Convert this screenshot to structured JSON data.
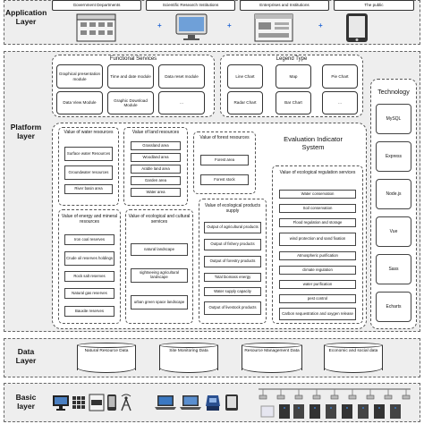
{
  "application": {
    "label": "Application\nLayer",
    "users": [
      "Government Departments",
      "Scientific Research Institutions",
      "Enterprises and Institutions",
      "The public"
    ]
  },
  "platform": {
    "label": "Platform\nlayer",
    "functional_services": {
      "title": "Functional Services",
      "items": [
        "Graphical presentation module",
        "Time and date module",
        "Data reset module",
        "Data View Module",
        "Graphic Download Module",
        "..."
      ]
    },
    "legend_type": {
      "title": "Legend Type",
      "items": [
        "Line Chart",
        "Map",
        "Pie Chart",
        "Radar Chart",
        "Bar Chart",
        "..."
      ]
    },
    "technology": {
      "title": "Technology",
      "items": [
        "MySQL",
        "Express",
        "Node.js",
        "Vue",
        "Sass",
        "Echarts"
      ]
    },
    "evaluation_title": "Evaluation Indicator\nSystem",
    "water": {
      "title": "Value of water resources",
      "items": [
        "Surface water Resources",
        "Groundwater resources",
        "River basin area"
      ]
    },
    "land": {
      "title": "Value of land resources",
      "items": [
        "Grassland area",
        "Woodland area",
        "Arable land area",
        "Garden area",
        "Water area"
      ]
    },
    "forest": {
      "title": "Value of forest resources",
      "items": [
        "Forest area",
        "Forest stock"
      ]
    },
    "energy": {
      "title": "Value of energy and mineral resources",
      "items": [
        "Iron coal reserves",
        "Crude oil reserves holdings",
        "Rock salt reserves",
        "Natural gas reserves",
        "Bauxite reserves"
      ]
    },
    "cultural": {
      "title": "Value of ecological and cultural services",
      "items": [
        "natural landscape",
        "sightseeing agricultural landscape",
        "urban green space landscape"
      ]
    },
    "products": {
      "title": "Value of ecological products supply",
      "items": [
        "Output of agricultural products",
        "Output of fishery products",
        "Output of forestry products",
        "Total biomass energy",
        "Water supply capacity",
        "Output of livestock products"
      ]
    },
    "regulation": {
      "title": "Value of ecological regulation services",
      "items": [
        "Water conservation",
        "Soil conservation",
        "Flood regulation and storage",
        "wind protection and sand fixation",
        "Atmospheric purification",
        "climate regulation",
        "water purification",
        "pest control",
        "Carbon sequestration and oxygen release"
      ]
    }
  },
  "data_layer": {
    "label": "Data\nLayer",
    "items": [
      "Natural Resource Data",
      "Site Monitoring Data",
      "Resource Management Data",
      "Economic and social data"
    ]
  },
  "basic_layer": {
    "label": "Basic\nlayer",
    "icons": [
      "monitor-icon",
      "grid-icon",
      "gis-icon",
      "phone-icon",
      "antenna-icon",
      "laptop-icon",
      "laptop-icon",
      "scanner-icon",
      "tablet-icon",
      "server-rack-icon"
    ]
  },
  "colors": {
    "band": "#eeeeee",
    "plus": "#2a6bd6",
    "border": "#333333"
  }
}
